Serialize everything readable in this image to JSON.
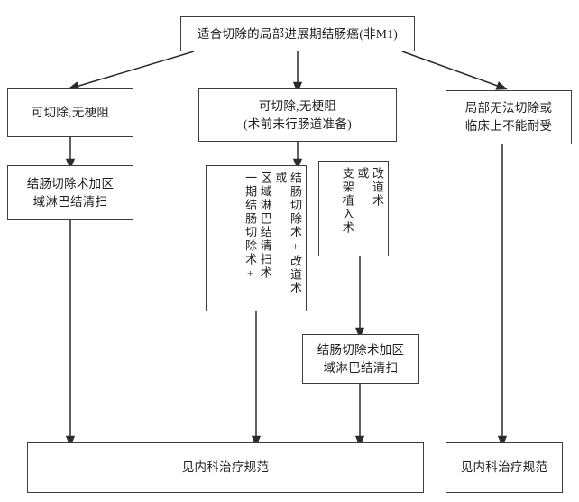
{
  "diagram": {
    "title": "结肠癌治疗流程图",
    "type": "flowchart",
    "colors": {
      "box_border": "#3c3c3c",
      "box_fill": "#ffffff",
      "edge": "#2b2b2b",
      "text": "#1f1f1f",
      "background": "#ffffff"
    },
    "nodes": {
      "root": {
        "id": "root",
        "label": "适合切除的局部进展期结肠癌(非M1)",
        "lines": [
          "适合切除的局部进展期结肠癌(非M1)"
        ]
      },
      "branch_left": {
        "id": "branch_left",
        "label": "可切除,无梗阻",
        "lines": [
          "可切除,无梗阻"
        ]
      },
      "branch_mid": {
        "id": "branch_mid",
        "label": "可切除,无梗阻(术前未行肠道准备)",
        "lines": [
          "可切除,无梗阻",
          "(术前未行肠道准备)"
        ]
      },
      "branch_right": {
        "id": "branch_right",
        "label": "局部无法切除或临床上不能耐受",
        "lines": [
          "局部无法切除或",
          "临床上不能耐受"
        ]
      },
      "left_resection": {
        "id": "left_resection",
        "label": "结肠切除术加区域淋巴结清扫",
        "lines": [
          "结肠切除术加区",
          "域淋巴结清扫"
        ]
      },
      "mid_option_a": {
        "id": "mid_option_a",
        "label": "一期结肠切除术+区域淋巴结清扫术 或 结肠切除术+改道术",
        "vertical_columns": [
          "结肠切除术+改道术",
          "或",
          "区域淋巴结清扫术",
          "一期结肠切除术+"
        ],
        "note": "纵排文字，自右向左阅读"
      },
      "mid_option_b": {
        "id": "mid_option_b",
        "label": "改道术 或 支架植入术",
        "vertical_columns": [
          "改道术",
          "或",
          "支架植入术"
        ],
        "note": "纵排文字，自右向左阅读"
      },
      "mid_resection": {
        "id": "mid_resection",
        "label": "结肠切除术加区域淋巴结清扫",
        "lines": [
          "结肠切除术加区",
          "域淋巴结清扫"
        ]
      },
      "outcome_main": {
        "id": "outcome_main",
        "label": "见内科治疗规范",
        "lines": [
          "见内科治疗规范"
        ]
      },
      "outcome_right": {
        "id": "outcome_right",
        "label": "见内科治疗规范",
        "lines": [
          "见内科治疗规范"
        ]
      }
    },
    "edges": [
      {
        "from": "root",
        "to": "branch_left",
        "style": "arrow-diagonal"
      },
      {
        "from": "root",
        "to": "branch_mid",
        "style": "arrow-vertical"
      },
      {
        "from": "root",
        "to": "branch_right",
        "style": "arrow-diagonal"
      },
      {
        "from": "branch_left",
        "to": "left_resection",
        "style": "arrow-vertical"
      },
      {
        "from": "branch_mid",
        "to": "mid_option_a",
        "style": "arrow-vertical"
      },
      {
        "from": "mid_option_b",
        "to": "mid_resection",
        "style": "arrow-vertical"
      },
      {
        "from": "left_resection",
        "to": "outcome_main",
        "style": "arrow-vertical"
      },
      {
        "from": "mid_option_a",
        "to": "outcome_main",
        "style": "arrow-vertical"
      },
      {
        "from": "mid_resection",
        "to": "outcome_main",
        "style": "arrow-vertical"
      },
      {
        "from": "branch_right",
        "to": "outcome_right",
        "style": "arrow-vertical"
      }
    ]
  }
}
